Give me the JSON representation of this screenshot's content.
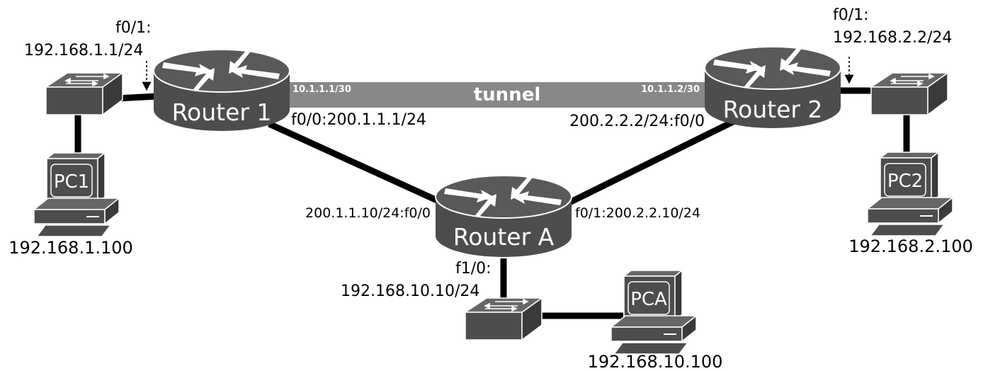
{
  "colors": {
    "device": "#4d4d4d",
    "device_top": "#666666",
    "device_edge": "#333333",
    "link": "#000000",
    "tunnel": "#888888",
    "label": "#000000",
    "device_text": "#ffffff"
  },
  "routers": {
    "r1": {
      "name": "Router 1",
      "icon": "router-icon"
    },
    "r2": {
      "name": "Router 2",
      "icon": "router-icon"
    },
    "ra": {
      "name": "Router A",
      "icon": "router-icon"
    }
  },
  "pcs": {
    "pc1": {
      "name": "PC1",
      "ip": "192.168.1.100",
      "icon": "pc-icon"
    },
    "pc2": {
      "name": "PC2",
      "ip": "192.168.2.100",
      "icon": "pc-icon"
    },
    "pca": {
      "name": "PCA",
      "ip": "192.168.10.100",
      "icon": "pc-icon"
    }
  },
  "switches": {
    "icon": "switch-icon"
  },
  "tunnel": {
    "label": "tunnel",
    "r1_ip": "10.1.1.1/30",
    "r2_ip": "10.1.1.2/30"
  },
  "interfaces": {
    "r1_f01_name": "f0/1:",
    "r1_f01_ip": "192.168.1.1/24",
    "r2_f01_name": "f0/1:",
    "r2_f01_ip": "192.168.2.2/24",
    "r1_f00": "f0/0:200.1.1.1/24",
    "r2_f00": "200.2.2.2/24:f0/0",
    "ra_f00": "200.1.1.10/24:f0/0",
    "ra_f01": "f0/1:200.2.2.10/24",
    "ra_f10_name": "f1/0:",
    "ra_f10_ip": "192.168.10.10/24"
  }
}
